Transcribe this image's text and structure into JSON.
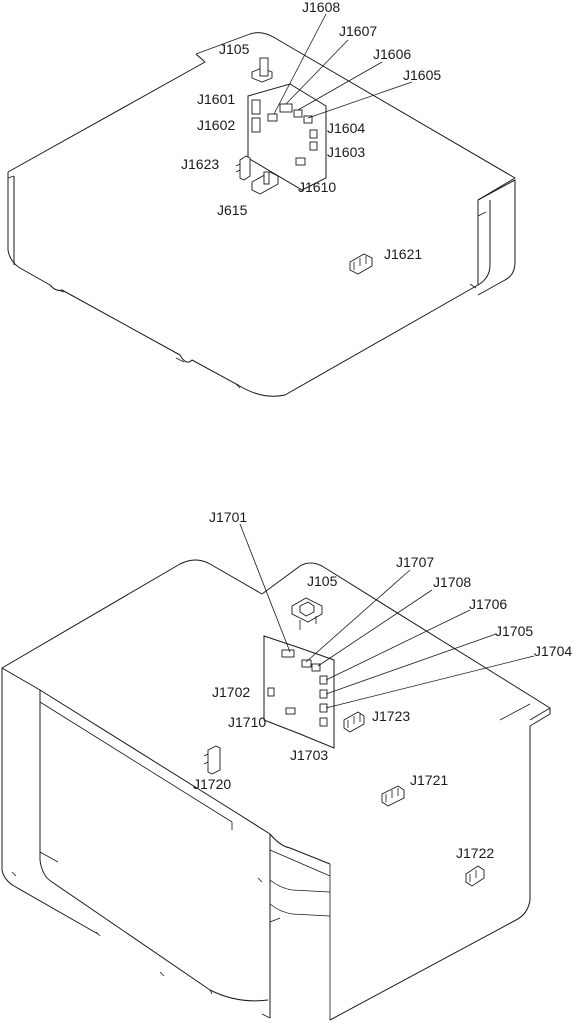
{
  "top_view": {
    "labels": {
      "j1608": "J1608",
      "j1607": "J1607",
      "j105": "J105",
      "j1606": "J1606",
      "j1605": "J1605",
      "j1601": "J1601",
      "j1602": "J1602",
      "j1604": "J1604",
      "j1603": "J1603",
      "j1623": "J1623",
      "j1610": "J1610",
      "j615": "J615",
      "j1621": "J1621"
    }
  },
  "bottom_view": {
    "labels": {
      "j1701": "J1701",
      "j1707": "J1707",
      "j105": "J105",
      "j1708": "J1708",
      "j1706": "J1706",
      "j1705": "J1705",
      "j1704": "J1704",
      "j1702": "J1702",
      "j1723": "J1723",
      "j1710": "J1710",
      "j1703": "J1703",
      "j1720": "J1720",
      "j1721": "J1721",
      "j1722": "J1722"
    }
  }
}
